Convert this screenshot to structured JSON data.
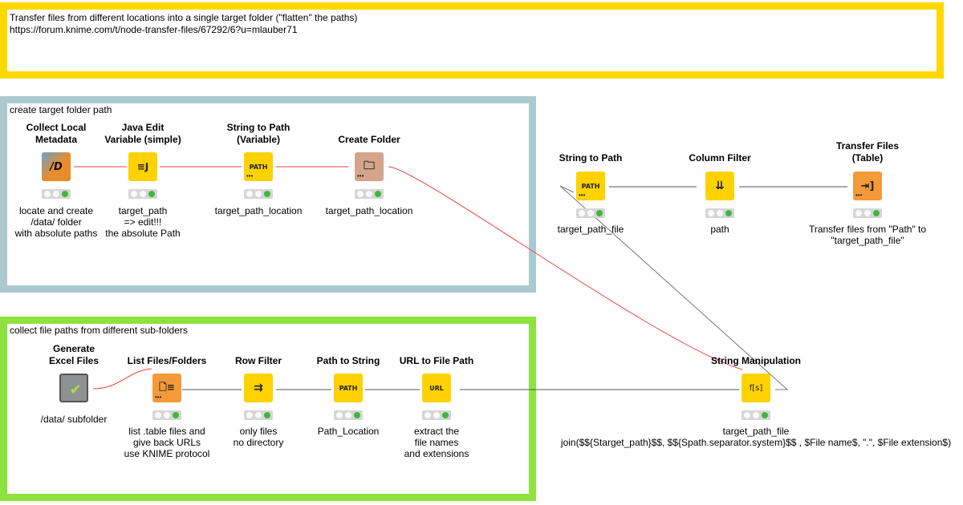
{
  "annotations": {
    "top": "Transfer files from different locations into a single target folder (\"flatten\" the paths)\nhttps://forum.knime.com/t/node-transfer-files/67292/6?u=mlauber71",
    "create": "create target folder path",
    "collect": "collect file paths from different sub-folders"
  },
  "nodes": {
    "collect_local_metadata": {
      "title": "Collect Local\nMetadata",
      "label": "locate and create\n/data/ folder\nwith absolute paths",
      "icon": "metadata-icon"
    },
    "java_edit_variable": {
      "title": "Java Edit\nVariable (simple)",
      "label": "target_path\n=> edit!!!\nthe absolute Path",
      "icon": "java-icon"
    },
    "string_to_path_variable": {
      "title": "String to Path\n(Variable)",
      "label": "target_path_location",
      "icon": "string-to-path-icon"
    },
    "create_folder": {
      "title": "Create Folder",
      "label": "target_path_location",
      "icon": "folder-add-icon"
    },
    "string_to_path": {
      "title": "String to Path",
      "label": "target_path_file",
      "icon": "string-to-path-icon"
    },
    "column_filter": {
      "title": "Column Filter",
      "label": "path",
      "icon": "column-filter-icon"
    },
    "transfer_files": {
      "title": "Transfer Files\n(Table)",
      "label": "Transfer files from \"Path\" to\n\"target_path_file\"",
      "icon": "transfer-icon"
    },
    "generate_excel": {
      "title": "Generate\nExcel Files",
      "label": "/data/ subfolder",
      "icon": "checkmark-icon"
    },
    "list_files": {
      "title": "List Files/Folders",
      "label": "list .table files and\ngive back URLs\nuse KNIME protocol",
      "icon": "list-files-icon"
    },
    "row_filter": {
      "title": "Row Filter",
      "label": "only files\nno directory",
      "icon": "row-filter-icon"
    },
    "path_to_string": {
      "title": "Path to String",
      "label": "Path_Location",
      "icon": "path-to-string-icon"
    },
    "url_to_file_path": {
      "title": "URL to File Path",
      "label": "extract the\nfile names\nand extensions",
      "icon": "url-icon"
    },
    "string_manipulation": {
      "title": "String Manipulation",
      "label": "target_path_file\njoin($${Starget_path}$$, $${Spath.separator.system}$$ , $File name$, \".\", $File extension$)",
      "icon": "string-manipulation-icon"
    }
  },
  "colors": {
    "flow_variable": "#e8433d",
    "data": "#555555",
    "top_border": "#ffd800",
    "create_border": "#abcad0",
    "collect_border": "#8ee23e"
  }
}
